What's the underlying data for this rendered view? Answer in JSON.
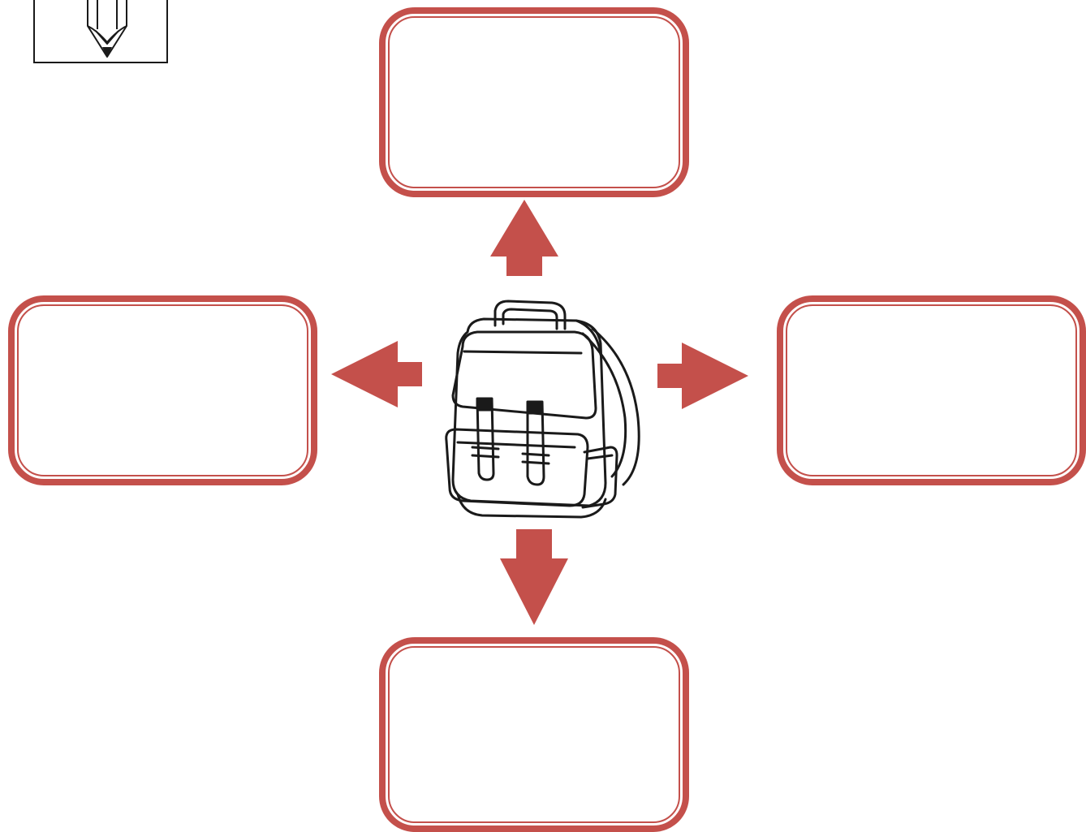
{
  "colors": {
    "accent": "#c4504b",
    "line": "#1a1a1a",
    "background": "#ffffff"
  },
  "center": {
    "icon": "backpack-icon"
  },
  "corner_badge": {
    "icon": "pencil-icon"
  },
  "boxes": {
    "top": "",
    "left": "",
    "right": "",
    "bottom": ""
  },
  "arrows": [
    "up",
    "left",
    "right",
    "down"
  ]
}
